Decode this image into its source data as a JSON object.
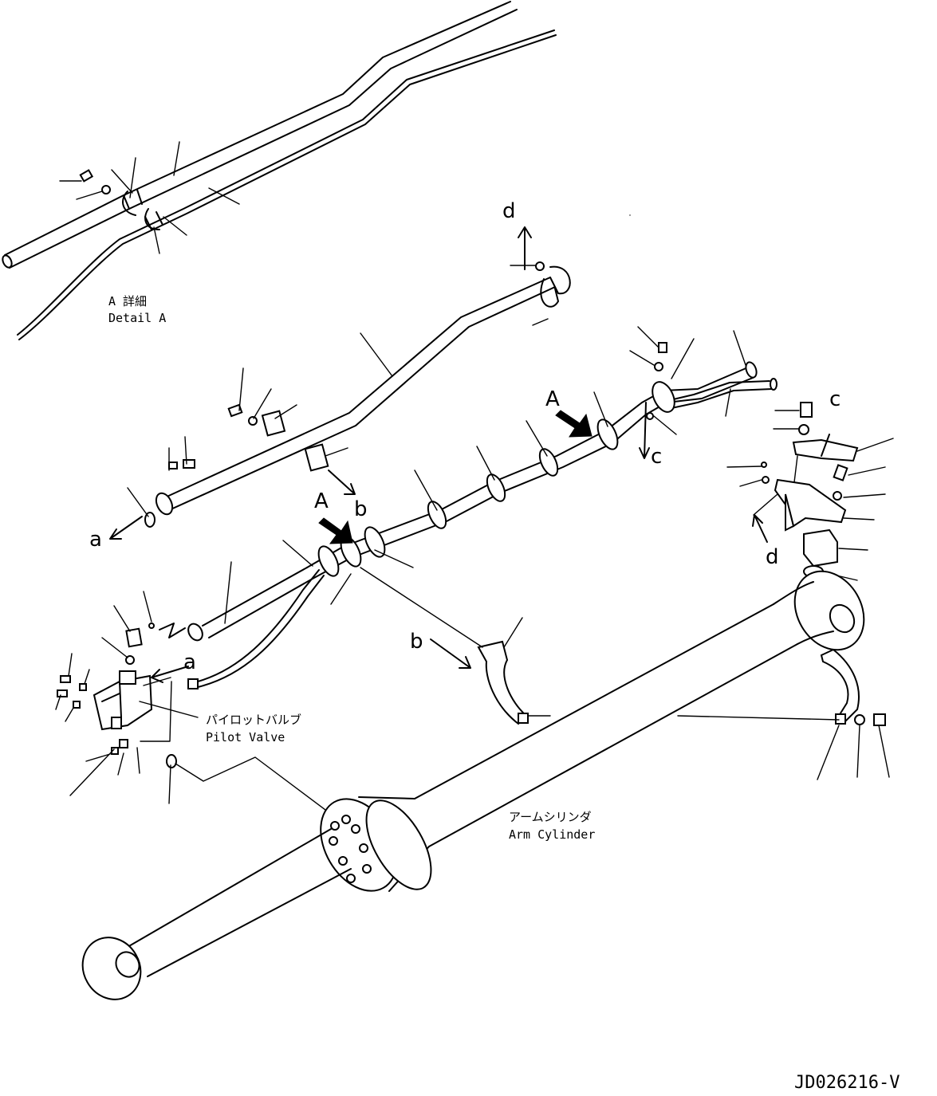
{
  "labels": {
    "detail_a_jp": "A 詳細",
    "detail_a_en": "Detail A",
    "pilot_valve_jp": "パイロットバルブ",
    "pilot_valve_en": "Pilot Valve",
    "arm_cylinder_jp": "アームシリンダ",
    "arm_cylinder_en": "Arm Cylinder",
    "drawing_number": "JD026216-V"
  },
  "reference_letters": {
    "a": "a",
    "b": "b",
    "c": "c",
    "d": "d",
    "A": "A"
  },
  "colors": {
    "line": "#000000",
    "background": "#ffffff"
  }
}
